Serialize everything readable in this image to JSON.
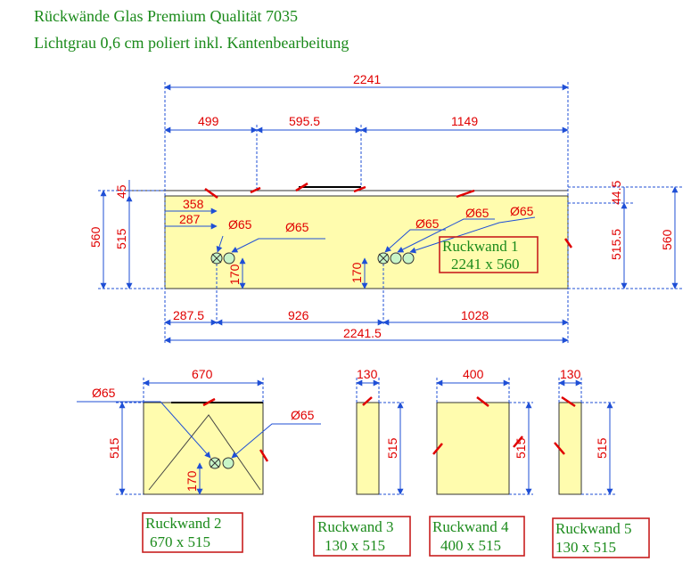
{
  "header": {
    "line1": "Rückwände Glas Premium Qualität 7035",
    "line2": "Lichtgrau 0,6 cm poliert inkl. Kantenbearbeitung"
  },
  "colors": {
    "text_green": "#1a8a1a",
    "dim_red": "#e00000",
    "dim_blue": "#1f4fd6",
    "panel": "#fffcae"
  },
  "main": {
    "top_total": "2241",
    "top_segments": [
      "499",
      "595.5",
      "1149"
    ],
    "left_outer": "560",
    "left_inner": "515",
    "left_top": "45",
    "right_top": "44.5",
    "right_inner": "515.5",
    "right_outer": "560",
    "offsets": [
      "358",
      "287"
    ],
    "holes": [
      "Ø65",
      "Ø65",
      "Ø65",
      "Ø65",
      "Ø65"
    ],
    "height_a": "170",
    "height_b": "170",
    "bottom_segments": [
      "287.5",
      "926",
      "1028"
    ],
    "bottom_total": "2241.5",
    "label_name": "Ruckwand 1",
    "label_size": "2241 x 560"
  },
  "panel2": {
    "width": "670",
    "height": "515",
    "hole_left": "Ø65",
    "hole_right": "Ø65",
    "hole_height": "170",
    "label_name": "Ruckwand 2",
    "label_size": "670 x 515"
  },
  "panel3": {
    "width": "130",
    "height": "515",
    "label_name": "Ruckwand 3",
    "label_size": "130  x 515"
  },
  "panel4": {
    "width": "400",
    "height": "515",
    "label_name": "Ruckwand 4",
    "label_size": "400  x 515"
  },
  "panel5": {
    "width": "130",
    "height": "515",
    "label_name": "Ruckwand 5",
    "label_size": "130  x 515"
  }
}
